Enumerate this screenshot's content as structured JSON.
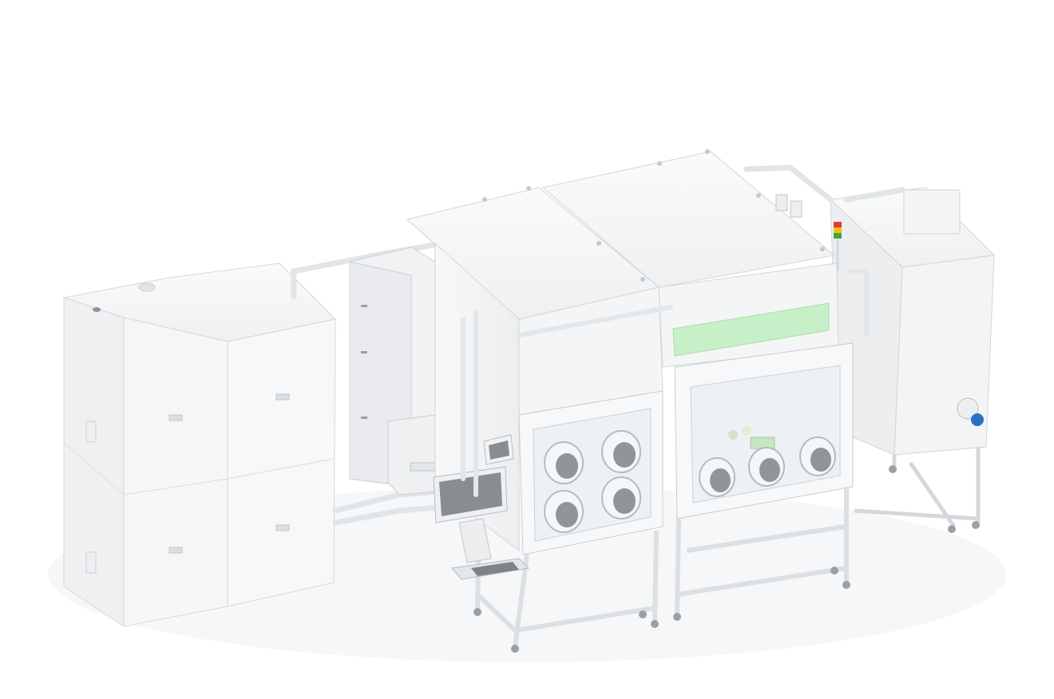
{
  "scene": {
    "subject": "glovebox-workstation-render",
    "colors": {
      "background": "#ffffff",
      "body": "#f4f5f6",
      "body_shade": "#e8eaec",
      "edge": "#c9cdd1",
      "frame": "#f0f1f2",
      "glass": "#e6eaee",
      "window_panel": "#c8f0c8",
      "monitor_screen": "#8a8d90",
      "tower_light_red": "#e53935",
      "tower_light_yellow": "#f4c20d",
      "tower_light_green": "#43a047",
      "blue_port": "#2a73c4",
      "foot": "#9aa0a6"
    },
    "components": {
      "gas_purifier_cabinet": "cabinet",
      "glovebox_left": "glovebox",
      "glovebox_right": "glovebox",
      "right_chamber": "antechamber",
      "operator_console": "console",
      "signal_tower": "tower-light"
    }
  }
}
